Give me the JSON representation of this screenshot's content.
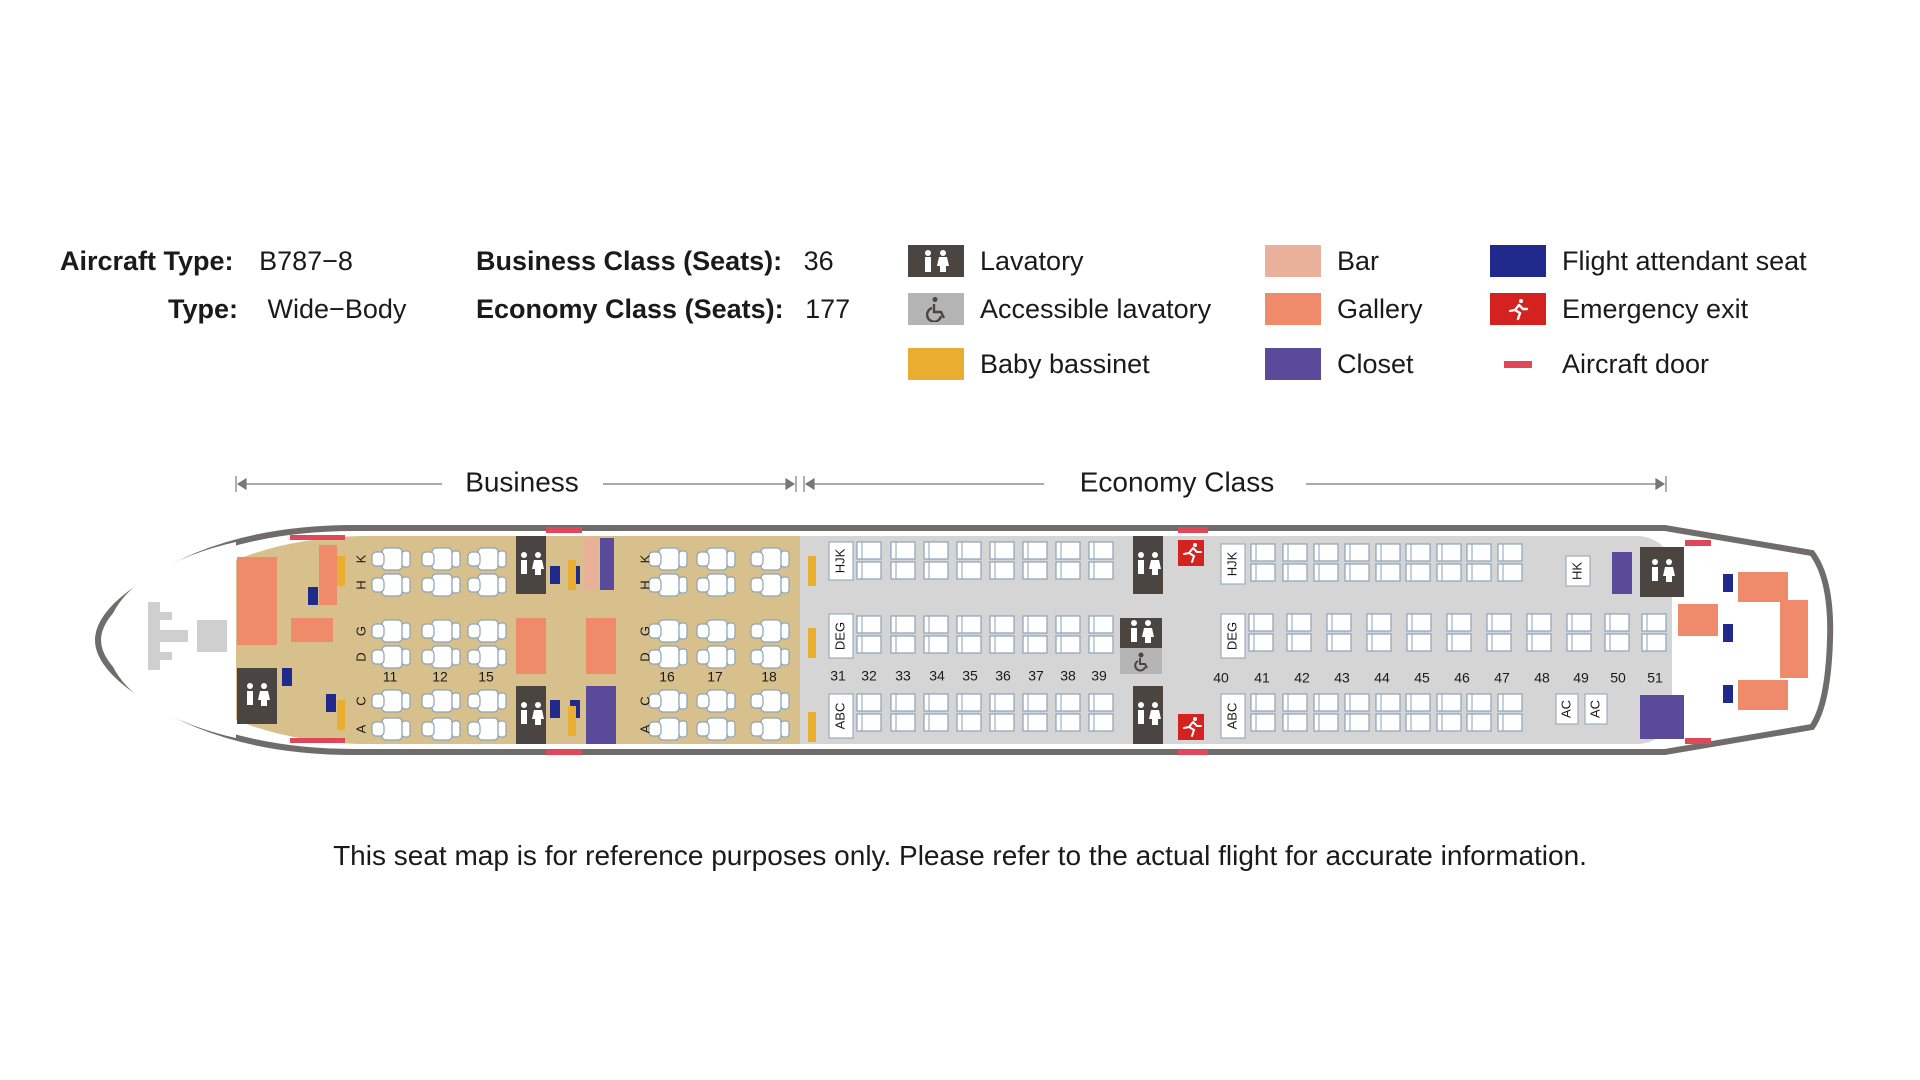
{
  "aircraft": {
    "type_label": "Aircraft Type:",
    "type_value": "B787−8",
    "body_label": "Type:",
    "body_value": "Wide−Body",
    "business_label": "Business Class (Seats):",
    "business_value": "36",
    "economy_label": "Economy Class (Seats):",
    "economy_value": "177"
  },
  "legend": {
    "lavatory": "Lavatory",
    "accessible_lavatory": "Accessible lavatory",
    "baby_bassinet": "Baby bassinet",
    "bar": "Bar",
    "gallery": "Gallery",
    "closet": "Closet",
    "flight_attendant_seat": "Flight attendant seat",
    "emergency_exit": "Emergency exit",
    "aircraft_door": "Aircraft door"
  },
  "colors": {
    "lavatory": "#4a4540",
    "accessible_lavatory": "#b4b4b4",
    "baby_bassinet": "#e9ad2f",
    "bar": "#eab19a",
    "gallery": "#ef8a6b",
    "closet": "#5a4a9a",
    "flight_attendant_seat": "#1f2a8c",
    "emergency_exit": "#d3221f",
    "aircraft_door": "#e0485a",
    "business_cabin": "#d8c08c",
    "economy_cabin": "#d5d5d5",
    "fuselage": "#6f6c6a"
  },
  "sections": {
    "business": "Business",
    "economy": "Economy Class"
  },
  "seatmap": {
    "business_rows_front": [
      "11",
      "12",
      "15"
    ],
    "business_rows_rear": [
      "16",
      "17",
      "18"
    ],
    "business_letters_top": [
      "K",
      "H"
    ],
    "business_letters_mid": [
      "G",
      "D"
    ],
    "business_letters_bottom": [
      "C",
      "A"
    ],
    "economy_rows_front": [
      "31",
      "32",
      "33",
      "34",
      "35",
      "36",
      "37",
      "38",
      "39"
    ],
    "economy_rows_rear": [
      "40",
      "41",
      "42",
      "43",
      "44",
      "45",
      "46",
      "47",
      "48",
      "49",
      "50",
      "51"
    ],
    "economy_letters_top": "HJK",
    "economy_letters_mid": "DEG",
    "economy_letters_bottom": "ABC",
    "rear_letters_top": "HK",
    "rear_letters_bottom": "AC"
  },
  "footnote": "This seat map is for reference purposes only. Please refer to the actual flight for accurate information."
}
